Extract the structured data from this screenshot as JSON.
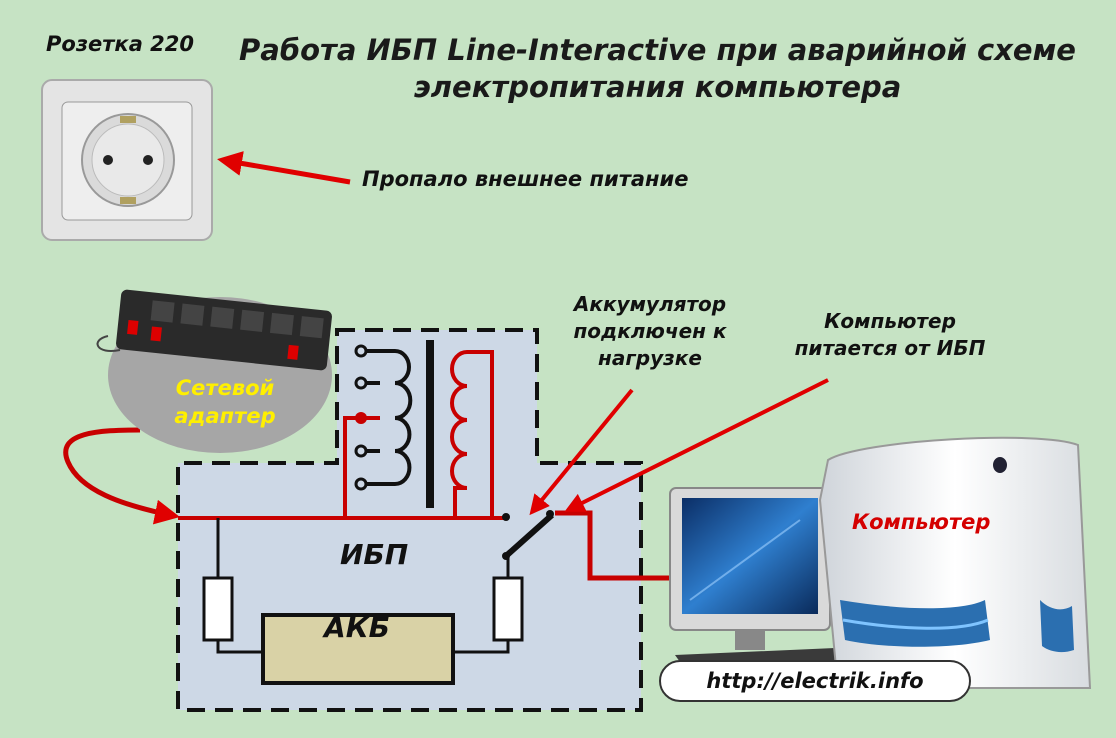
{
  "title": "Работа ИБП Line-Interactive при аварийной схеме электропитания компьютера",
  "labels": {
    "socket": "Розетка 220",
    "power_lost": "Пропало внешнее питание",
    "battery_note": "Аккумулятор подключен к нагрузке",
    "pc_note": "Компьютер питается от ИБП",
    "adapter": "Сетевой адаптер",
    "ups": "ИБП",
    "akb": "АКБ",
    "computer": "Компьютер",
    "url": "http://electrik.info"
  },
  "colors": {
    "background": "#c6e3c4",
    "ups_box": "#cdd8e6",
    "wire_red": "#c80000",
    "arrow_red": "#e00000",
    "adapter_label": "#ffef00",
    "akb_fill": "#d9d2a6",
    "computer_label": "#d40000"
  },
  "icons": [
    "wall-socket-icon",
    "power-strip-icon",
    "computer-tower-icon",
    "monitor-icon",
    "keyboard-icon"
  ]
}
